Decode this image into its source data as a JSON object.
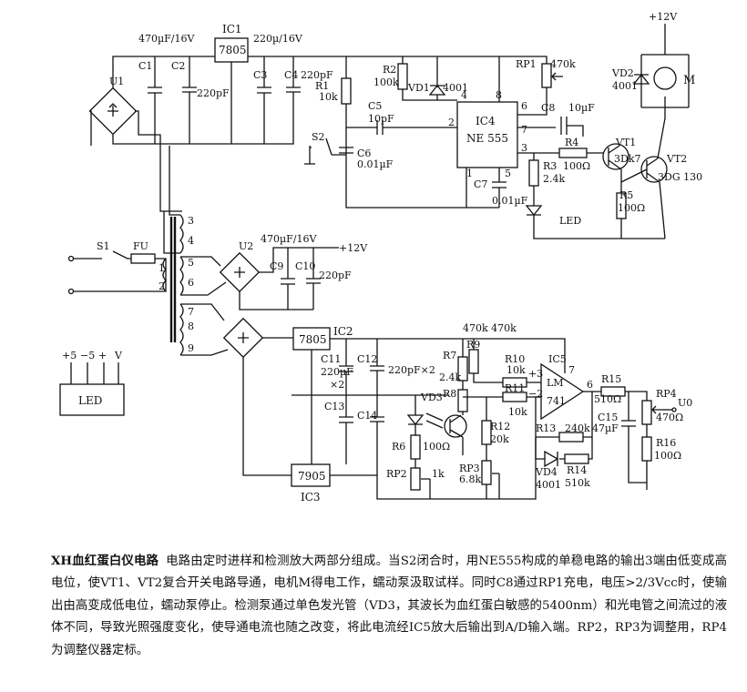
{
  "schematic": {
    "ic1": "IC1",
    "ic1_type": "7805",
    "ic2": "IC2",
    "ic2_type": "7805",
    "ic3": "IC3",
    "ic3_type": "7905",
    "ic4": "IC4",
    "ic4_type": "NE 555",
    "ic5": "IC5",
    "ic5_type_a": "LM",
    "ic5_type_b": "741",
    "u1": "U1",
    "u2": "U2",
    "c1": "C1",
    "c2": "C2",
    "c2_val": "220pF",
    "c1_val": "470µF/16V",
    "c3_val": "220µ/16V",
    "c3": "C3",
    "c4": "C4",
    "c4_val": "220pF",
    "c5": "C5",
    "c5_val": "10pF",
    "c6": "C6",
    "c6_val": "0.01µF",
    "c7": "C7",
    "c7_val": "0.01µF",
    "c8": "C8",
    "c8_val": "10µF",
    "c9": "C9",
    "c10": "C10",
    "c9_val": "470µF/16V",
    "c10_val": "220pF",
    "c11": "C11",
    "c12": "C12",
    "c11_val": "220µF",
    "c11_x2": "×2",
    "c12_val": "220pF×2",
    "c13": "C13",
    "c14": "C14",
    "c15": "C15",
    "c15_val": "47µF",
    "r1": "R1",
    "r1_val": "10k",
    "r2": "R2",
    "r2_val": "100k",
    "r3": "R3",
    "r3_val": "2.4k",
    "r4": "R4",
    "r4_val": "100Ω",
    "r5": "R5",
    "r5_val": "100Ω",
    "r6": "R6",
    "r6_val": "100Ω",
    "r7": "R7",
    "r7_val": "2.4k",
    "r8": "R8",
    "r9": "R9",
    "r910_val": "470k 470k",
    "r10": "R10",
    "r10_val": "10k",
    "r11": "R11",
    "r11_val": "10k",
    "r12": "R12",
    "r12_val": "20k",
    "r13": "R13",
    "r13_val": "240k",
    "r14": "R14",
    "r14_val": "510k",
    "r15": "R15",
    "r15_val": "510Ω",
    "r16": "R16",
    "r16_val": "100Ω",
    "rp1": "RP1",
    "rp1_val": "470k",
    "rp2": "RP2",
    "rp2_val": "1k",
    "rp3": "RP3",
    "rp3_val": "6.8k",
    "rp4": "RP4",
    "rp4_val": "470Ω",
    "vd1": "VD1",
    "vd1_val": "4001",
    "vd2": "VD2",
    "vd2_val": "4001",
    "vd3": "VD3",
    "vd4": "VD4",
    "vd4_val": "4001",
    "vt1": "VT1",
    "vt1_val": "3Dk7",
    "vt2": "VT2",
    "vt2_val": "3DG 130",
    "motor": "M",
    "led": "LED",
    "s1": "S1",
    "s2": "S2",
    "fu": "FU",
    "plus12": "+12V",
    "pin_1": "1",
    "pin_2": "2",
    "pin_3": "3",
    "pin_4": "4",
    "pin_5": "5",
    "pin_6": "6",
    "pin_7": "7",
    "pin_8": "8",
    "pin_9": "9",
    "opamp_plus": "+3",
    "opamp_minus": "−2",
    "out_label": "U0",
    "led_box": "LED",
    "led_pins": [
      "+5",
      "−5",
      "+",
      "V"
    ]
  },
  "caption": {
    "title": "XH血红蛋白仪电路",
    "body": "电路由定时进样和检测放大两部分组成。当S2闭合时，用NE555构成的单稳电路的输出3端由低变成高电位，使VT1、VT2复合开关电路导通，电机M得电工作，蠕动泵汲取试样。同时C8通过RP1充电，电压>2/3Vcc时，使输出由高变成低电位，蠕动泵停止。检测泵通过单色发光管（VD3，其波长为血红蛋白敏感的5400nm）和光电管之间流过的液体不同，导致光照强度变化，使导通电流也随之改变，将此电流经IC5放大后输出到A/D输入端。RP2，RP3为调整用，RP4为调整仪器定标。"
  }
}
